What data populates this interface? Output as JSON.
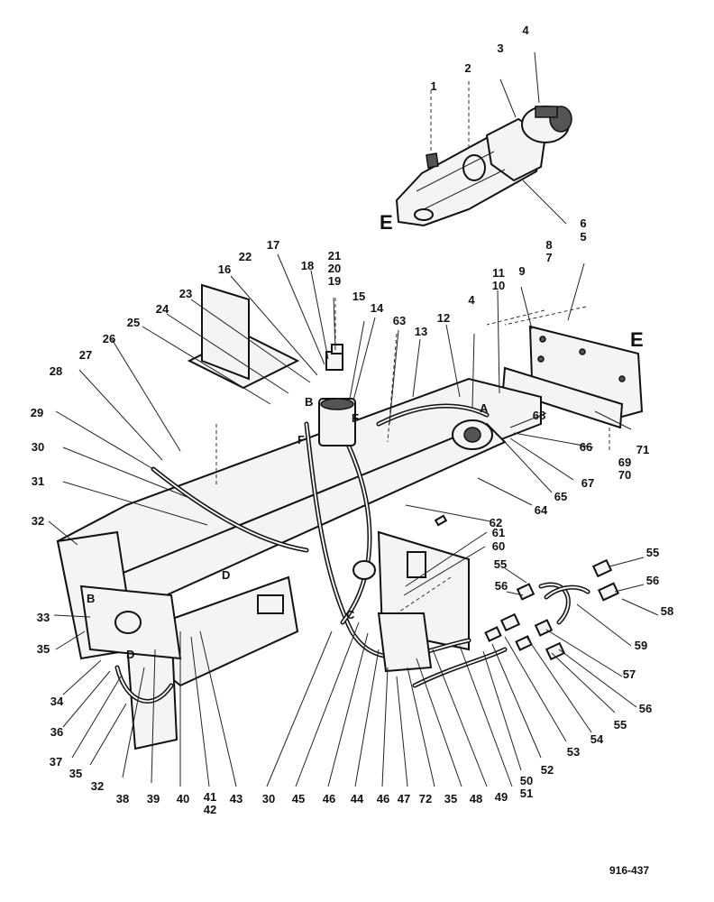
{
  "drawing_number": "916-437",
  "section_letters": [
    "E",
    "E",
    "A",
    "B",
    "F",
    "F",
    "B",
    "D",
    "C",
    "D"
  ],
  "callouts": [
    "1",
    "2",
    "3",
    "4",
    "6",
    "5",
    "8",
    "7",
    "9",
    "11",
    "10",
    "17",
    "18",
    "21",
    "20",
    "19",
    "22",
    "16",
    "15",
    "23",
    "24",
    "63",
    "14",
    "13",
    "12",
    "4",
    "25",
    "26",
    "27",
    "28",
    "68",
    "66",
    "71",
    "69",
    "70",
    "67",
    "65",
    "64",
    "62",
    "29",
    "30",
    "31",
    "32",
    "61",
    "60",
    "55",
    "55",
    "56",
    "56",
    "58",
    "59",
    "57",
    "33",
    "35",
    "34",
    "36",
    "37",
    "35",
    "32",
    "38",
    "39",
    "40",
    "41",
    "42",
    "43",
    "30",
    "45",
    "46",
    "44",
    "46",
    "47",
    "72",
    "35",
    "48",
    "49",
    "50",
    "51",
    "52",
    "53",
    "54",
    "55",
    "56"
  ]
}
